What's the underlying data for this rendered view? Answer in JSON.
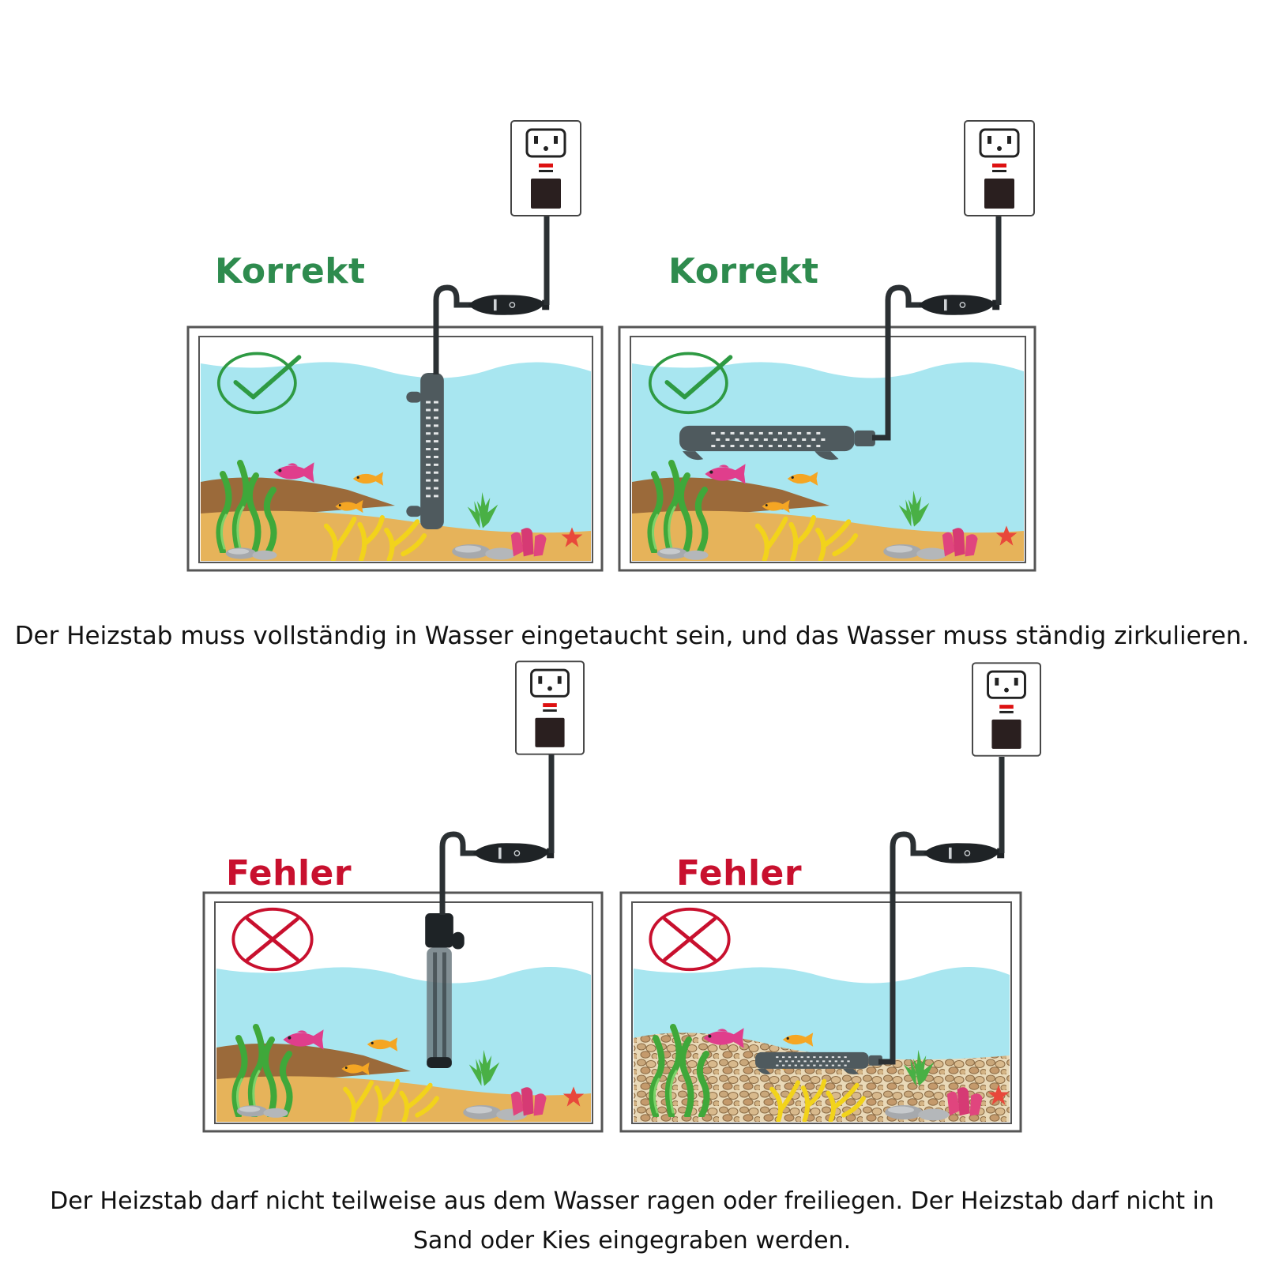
{
  "panels": [
    {
      "label": "Korrekt",
      "status": "correct",
      "heater": "vertical"
    },
    {
      "label": "Korrekt",
      "status": "correct",
      "heater": "horizontal"
    },
    {
      "label": "Fehler",
      "status": "wrong",
      "heater": "vertical-exposed"
    },
    {
      "label": "Fehler",
      "status": "wrong",
      "heater": "buried-in-gravel"
    }
  ],
  "captions": {
    "top": "Der Heizstab muss vollständig in Wasser eingetaucht sein, und das Wasser muss ständig zirkulieren.",
    "bottom_line1": "Der Heizstab darf nicht teilweise aus dem Wasser ragen oder freiliegen. Der Heizstab darf nicht in",
    "bottom_line2": "Sand oder Kies eingegraben werden."
  },
  "colors": {
    "correct": "#2e8b4e",
    "wrong": "#c8102e",
    "water": "#a8e6f0",
    "heater": "#4f5a5e"
  },
  "icons": [
    "check-icon",
    "cross-icon",
    "wall-outlet-icon",
    "fish-icon",
    "coral-icon",
    "seaweed-icon",
    "starfish-icon"
  ]
}
